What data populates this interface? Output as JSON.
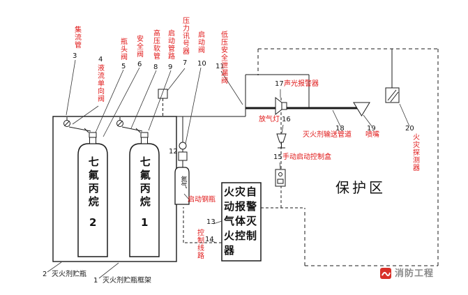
{
  "colors": {
    "label_red": "#e01616",
    "line": "#1a1a1a",
    "logo_red": "#d83028",
    "watermark_gray": "#8a8a8a"
  },
  "legend": {
    "collecting_pipe": {
      "num": "3",
      "text": "集流管"
    },
    "liquid_check_valve": {
      "num": "4",
      "text": "液流单向阀"
    },
    "bottle_head_valve": {
      "num": "5",
      "text": "瓶头阀"
    },
    "safety_valve": {
      "num": "6",
      "text": "安全阀"
    },
    "hp_hose": {
      "num": "8",
      "text": "高压软管"
    },
    "start_pipeline": {
      "num": "9",
      "text": "启动管路"
    },
    "pressure_signal": {
      "num": "7",
      "text": "压力讯号器"
    },
    "start_valve": {
      "num": "10",
      "text": "启动阀"
    },
    "lp_leak_valve": {
      "num": "11",
      "text": "低压安全泄漏阀"
    },
    "start_cylinder": {
      "num": "12",
      "text": "启动钢瓶"
    },
    "controller": {
      "num": "13"
    },
    "control_line": {
      "num": "14",
      "text": "控制线路"
    },
    "manual_box": {
      "num": "15",
      "text": "手动启动控制盒"
    },
    "vent_lamp": {
      "num": "16",
      "text": "放气灯"
    },
    "alarm": {
      "num": "17",
      "text": "声光报警器"
    },
    "delivery_pipe": {
      "num": "18",
      "text": "灭火剂输送管道"
    },
    "nozzle": {
      "num": "19",
      "text": "喷嘴"
    },
    "detector": {
      "num": "20",
      "text": "火灾探测器"
    },
    "agent_bottle": {
      "num": "2",
      "text": "灭火剂贮瓶"
    },
    "bottle_frame": {
      "num": "1",
      "text": "灭火剂贮瓶框架"
    }
  },
  "tanks": {
    "left": {
      "name": "七氟丙烷",
      "num": "2"
    },
    "right": {
      "name": "七氟丙烷",
      "num": "1"
    },
    "starter_gas": "氮气"
  },
  "controller_text": "火灾自动报警气体灭火控制器",
  "zone_label": "保护区",
  "watermark": "消防工程"
}
